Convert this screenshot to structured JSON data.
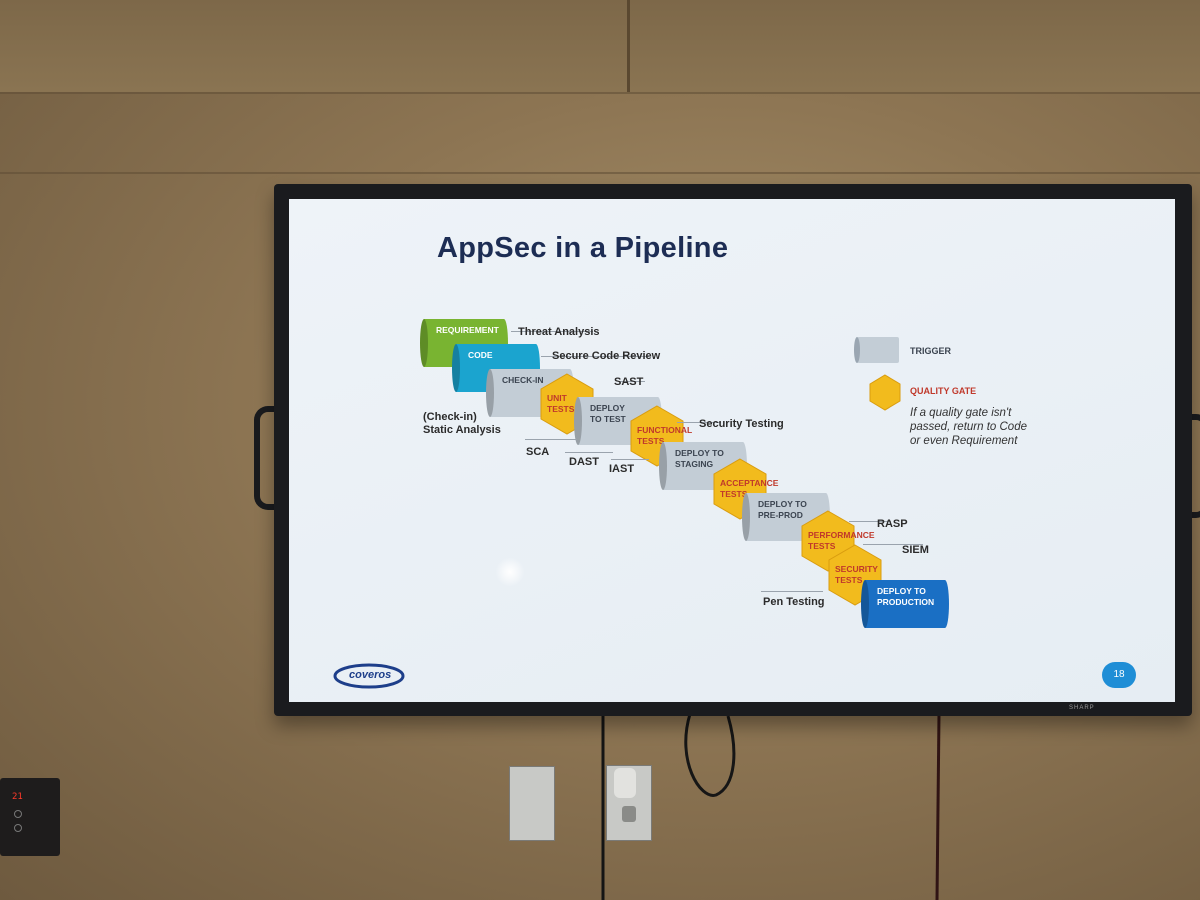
{
  "slide": {
    "title": "AppSec in a Pipeline",
    "page_number": "18",
    "logo_text": "coveros"
  },
  "pipeline": {
    "stages": [
      {
        "label_lines": [
          "REQUIREMENT"
        ],
        "kind": "trigger",
        "color": "#79b431"
      },
      {
        "label_lines": [
          "CODE"
        ],
        "kind": "trigger",
        "color": "#1ba4cf"
      },
      {
        "label_lines": [
          "CHECK-IN"
        ],
        "kind": "trigger",
        "color": "#c3cdd6"
      },
      {
        "label_lines": [
          "UNIT",
          "TESTS"
        ],
        "kind": "gate",
        "color": "#f2bb1d"
      },
      {
        "label_lines": [
          "DEPLOY",
          "TO TEST"
        ],
        "kind": "trigger",
        "color": "#c3cdd6"
      },
      {
        "label_lines": [
          "FUNCTIONAL",
          "TESTS"
        ],
        "kind": "gate",
        "color": "#f2bb1d"
      },
      {
        "label_lines": [
          "DEPLOY TO",
          "STAGING"
        ],
        "kind": "trigger",
        "color": "#c3cdd6"
      },
      {
        "label_lines": [
          "ACCEPTANCE",
          "TESTS"
        ],
        "kind": "gate",
        "color": "#f2bb1d"
      },
      {
        "label_lines": [
          "DEPLOY TO",
          "PRE-PROD"
        ],
        "kind": "trigger",
        "color": "#c3cdd6"
      },
      {
        "label_lines": [
          "PERFORMANCE",
          "TESTS"
        ],
        "kind": "gate",
        "color": "#f2bb1d"
      },
      {
        "label_lines": [
          "SECURITY",
          "TESTS"
        ],
        "kind": "gate",
        "color": "#f2bb1d"
      },
      {
        "label_lines": [
          "DEPLOY TO",
          "PRODUCTION"
        ],
        "kind": "trigger",
        "color": "#1a6fc4"
      }
    ],
    "annotations": {
      "threat_analysis": "Threat Analysis",
      "secure_code_review": "Secure Code Review",
      "sast": "SAST",
      "static_analysis_l1": "(Check-in)",
      "static_analysis_l2": "Static Analysis",
      "security_testing": "Security Testing",
      "sca": "SCA",
      "dast": "DAST",
      "iast": "IAST",
      "rasp": "RASP",
      "siem": "SIEM",
      "pen_testing": "Pen Testing"
    }
  },
  "legend": {
    "trigger_label": "TRIGGER",
    "quality_gate_label": "QUALITY GATE",
    "note_lines": [
      "If a quality gate isn't",
      "passed, return to Code",
      "or even Requirement"
    ]
  },
  "tv": {
    "brand": "SHARP"
  },
  "wall": {
    "thermostat_display": "21"
  },
  "colors": {
    "title": "#1d2d54",
    "gate_text": "#c0392b",
    "trigger_text": "#3b4450",
    "accent_blue": "#1f8ed6"
  }
}
